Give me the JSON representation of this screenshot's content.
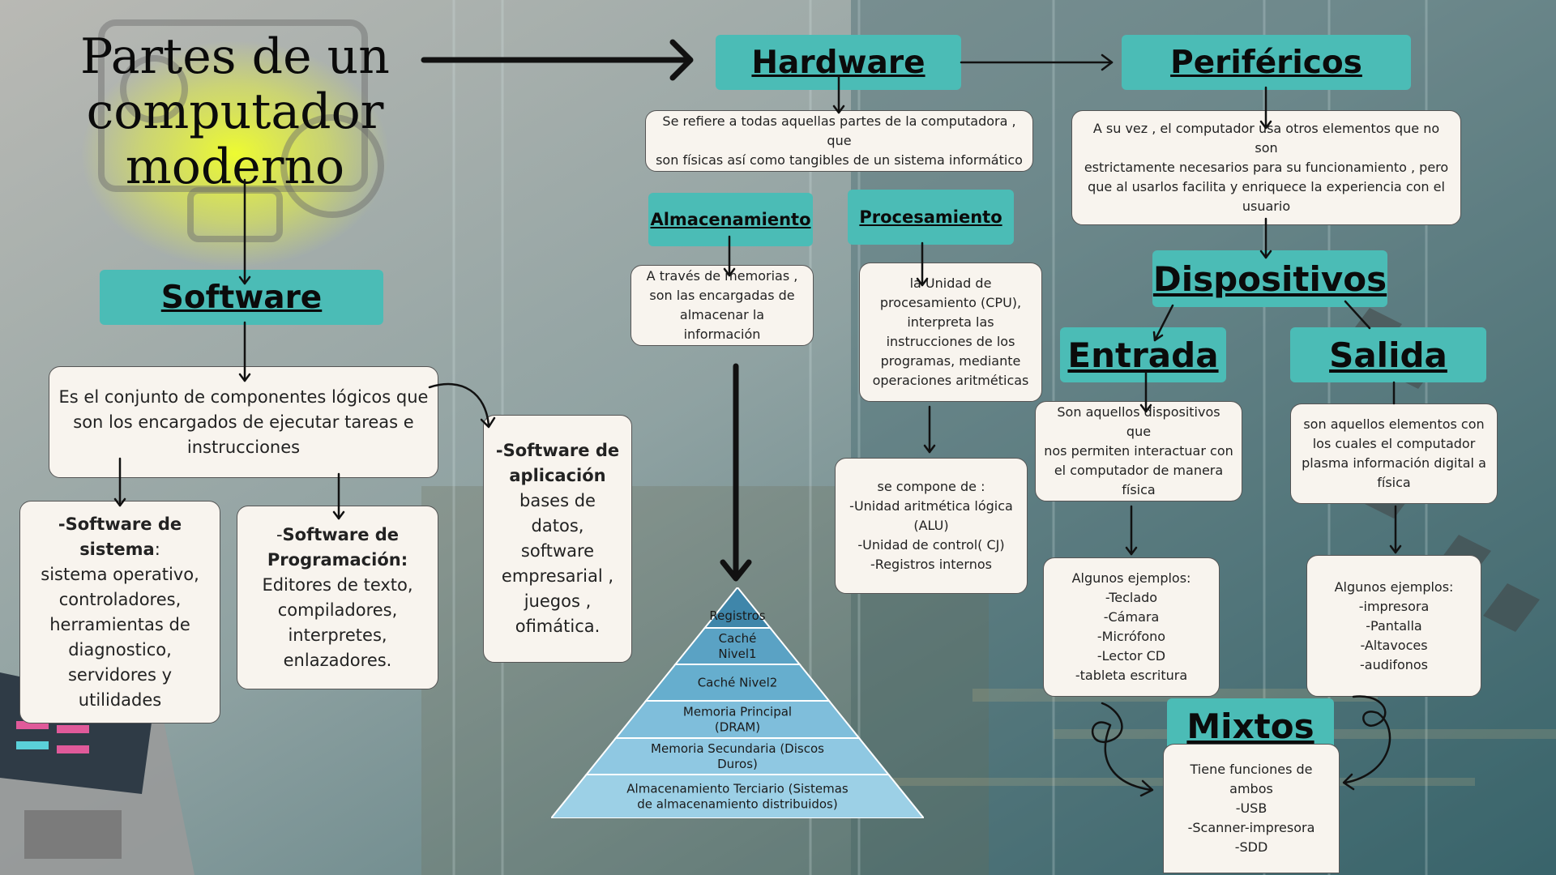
{
  "title_lines": [
    "Partes de un",
    "computador",
    "moderno"
  ],
  "hardware": {
    "label": "Hardware",
    "description": [
      "Se refiere a todas aquellas partes de la computadora , que",
      "son físicas así como tangibles de un sistema informático"
    ],
    "almacenamiento": {
      "label": "Almacenamiento",
      "description": [
        "A través de memorias ,",
        "son las encargadas de",
        "almacenar la información"
      ]
    },
    "procesamiento": {
      "label": "Procesamiento ",
      "description": [
        "la Unidad de",
        "procesamiento (CPU),",
        "interpreta las",
        "instrucciones de los",
        "programas, mediante",
        "operaciones aritméticas"
      ],
      "componentes": [
        "se compone de :",
        "-Unidad aritmética lógica",
        "(ALU)",
        "-Unidad de control( CJ)",
        "-Registros internos"
      ]
    },
    "pyramid": [
      "Registros",
      "Caché|Nivel1",
      "Caché Nivel2",
      "Memoria Principal|(DRAM)",
      "Memoria Secundaria (Discos|Duros)",
      "Almacenamiento Terciario (Sistemas|de almacenamiento distribuidos)"
    ]
  },
  "perifericos": {
    "label": "Periféricos",
    "description": [
      "A su vez , el computador usa otros elementos que no son",
      "estrictamente necesarios para su funcionamiento , pero",
      "que al usarlos facilita y enriquece la experiencia con el",
      "usuario"
    ],
    "dispositivos": "Dispositivos",
    "entrada": {
      "label": "Entrada",
      "description": [
        "Son aquellos dispositivos que",
        "nos permiten interactuar con",
        "el computador de manera",
        "física"
      ],
      "ejemplos": [
        "Algunos ejemplos:",
        "-Teclado",
        "-Cámara",
        "-Micrófono",
        "-Lector CD",
        "-tableta escritura"
      ]
    },
    "salida": {
      "label": "Salida",
      "description": [
        "son aquellos elementos con",
        "los cuales el computador",
        "plasma información digital a",
        "física"
      ],
      "ejemplos": [
        "Algunos ejemplos:",
        "-impresora",
        "-Pantalla",
        "-Altavoces",
        "-audifonos"
      ]
    },
    "mixtos": {
      "label": "Mixtos",
      "description": [
        "Tiene funciones de",
        "ambos",
        "-USB",
        "-Scanner-impresora",
        "-SDD"
      ]
    }
  },
  "software": {
    "label": "Software",
    "description": [
      "Es el conjunto de componentes lógicos que",
      "son los encargados de  ejecutar tareas e",
      "instrucciones"
    ],
    "sistema": {
      "heading": [
        "-Software de",
        "sistema"
      ],
      "suffix": ":",
      "items": [
        "sistema operativo,",
        "controladores,",
        "herramientas de",
        "diagnostico,",
        "servidores y utilidades"
      ]
    },
    "programacion": {
      "prefix": "-",
      "heading": [
        "Software de",
        "Programación:"
      ],
      "items": [
        "Editores de texto,",
        "compiladores,",
        "interpretes,",
        "enlazadores."
      ]
    },
    "aplicacion": {
      "heading": [
        "-Software de",
        "aplicación"
      ],
      "items": [
        "bases de datos,",
        "software",
        "empresarial ,",
        "juegos ,",
        "ofimática."
      ]
    }
  },
  "colors": {
    "teal": "#4bbcb6",
    "card": "#f8f4ee",
    "highlight": "#e9f53a"
  }
}
